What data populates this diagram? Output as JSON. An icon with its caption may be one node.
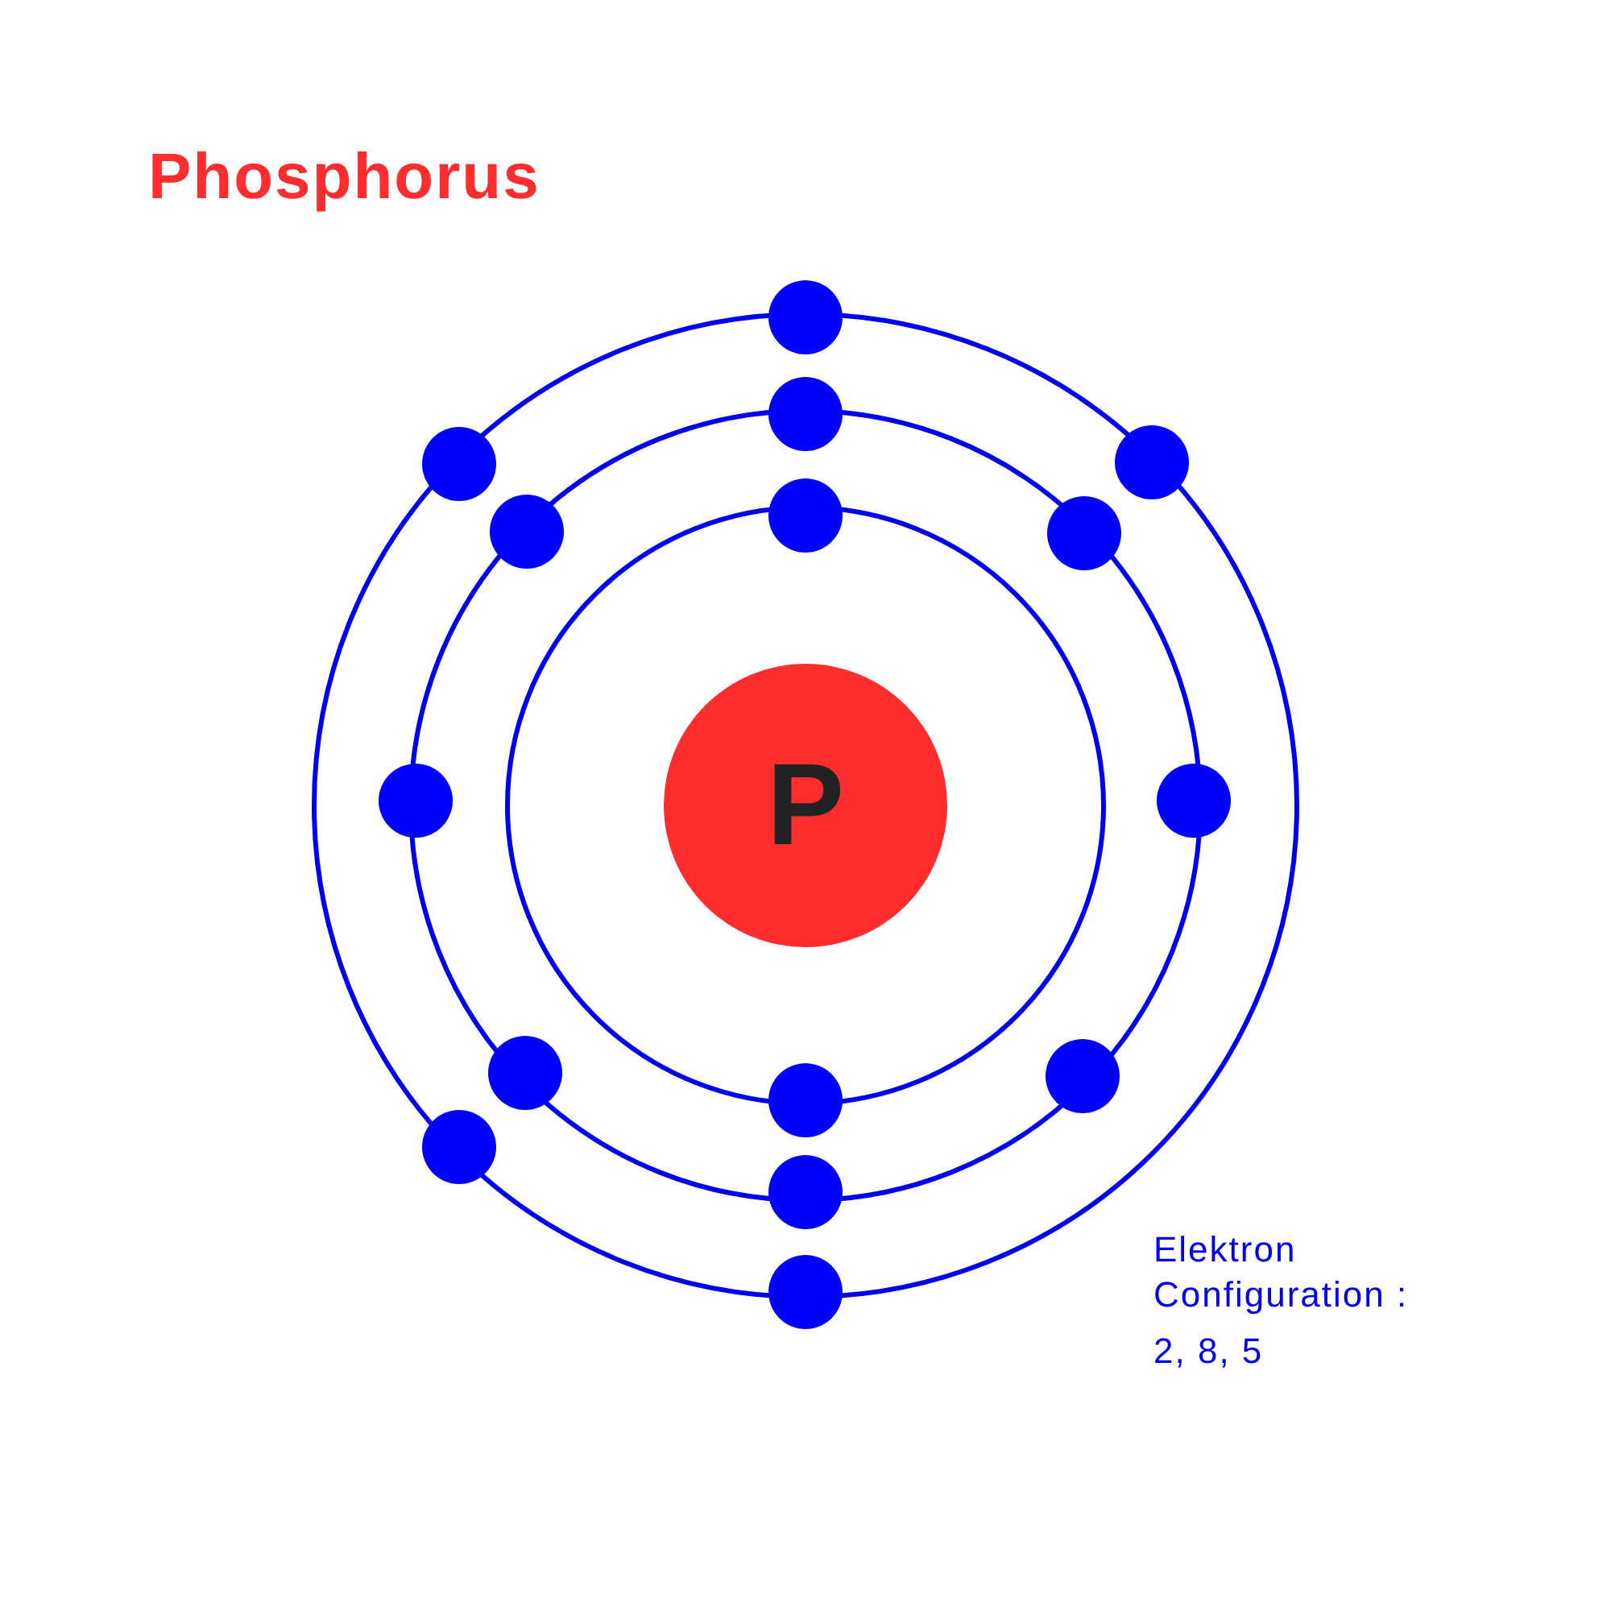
{
  "diagram": {
    "title": "Phosphorus",
    "nodes": [
      {
        "text": [
          "P"
        ]
      }
    ],
    "labels": [
      "Elektron Configuration :",
      "2, 8, 5"
    ]
  }
}
